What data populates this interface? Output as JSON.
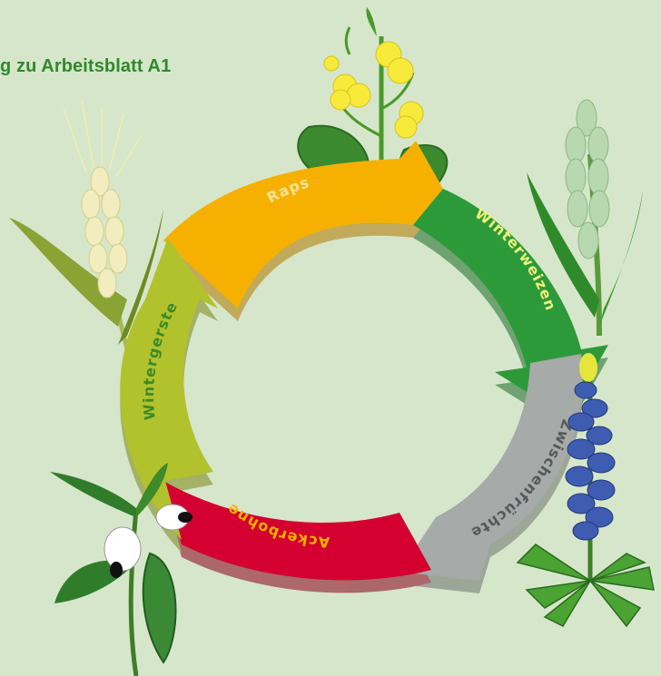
{
  "title": "g zu Arbeitsblatt A1",
  "colors": {
    "background": "#d6e6cb",
    "title": "#2f8a2a",
    "raps": "#f6b100",
    "winterweizen": "#2d9a3a",
    "zwischenfruechte": "#a6aaa9",
    "ackerbohne": "#d4002f",
    "wintergerste": "#b2c22c"
  },
  "cycle": {
    "raps": "Raps",
    "winterweizen": "Winterweizen",
    "zwischenfruechte": "Zwischenfrüchte",
    "ackerbohne": "Ackerbohne",
    "wintergerste": "Wintergerste"
  },
  "illustrations": [
    "rapeseed-plant",
    "wheat-plant",
    "lupine-plant",
    "broad-bean-plant",
    "barley-plant"
  ]
}
